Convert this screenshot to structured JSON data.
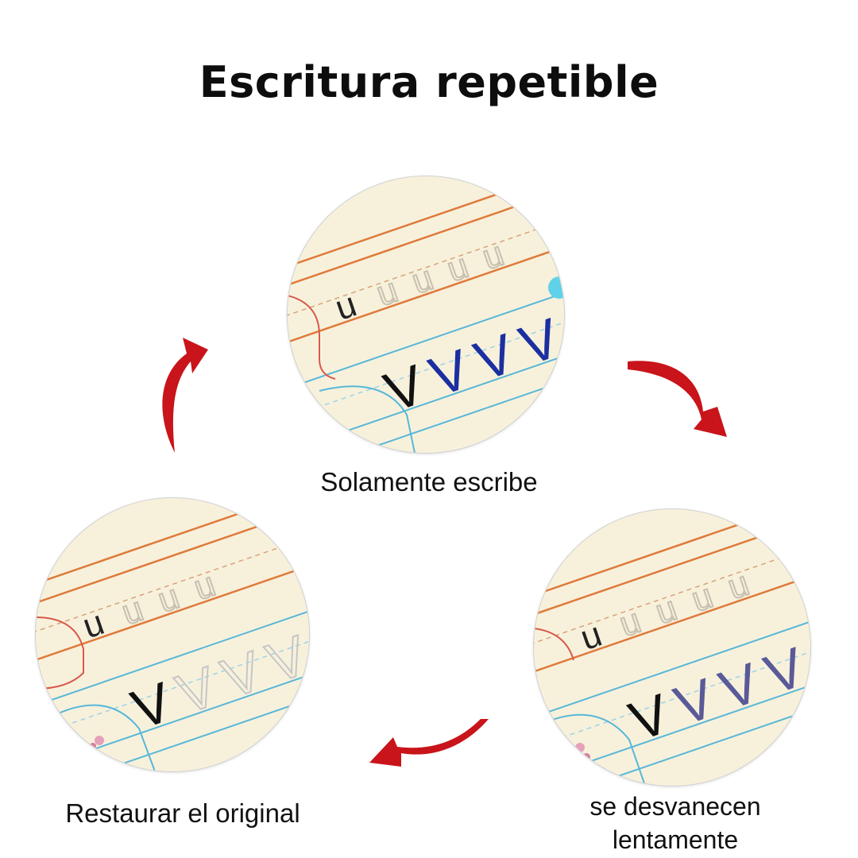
{
  "title": "Escritura repetible",
  "steps": [
    {
      "caption": "Solamente escribe",
      "traced_letters": [
        "V",
        "V",
        "V"
      ],
      "traced_color": "#1c2fa0",
      "example_letter": "u",
      "big_letter": "V"
    },
    {
      "caption": "se desvanecen lentamente",
      "traced_letters": [
        "V",
        "V",
        "V"
      ],
      "traced_color": "#5a5a98",
      "example_letter": "u",
      "big_letter": "V"
    },
    {
      "caption": "Restaurar el original",
      "traced_letters": [
        "V",
        "V",
        "V"
      ],
      "traced_color": "#c6c6c6",
      "example_letter": "u",
      "big_letter": "V"
    }
  ],
  "arrow_color": "#c8141a",
  "paper_color": "#f7f1dc",
  "icons": [
    "cycle-arrow-icon"
  ]
}
